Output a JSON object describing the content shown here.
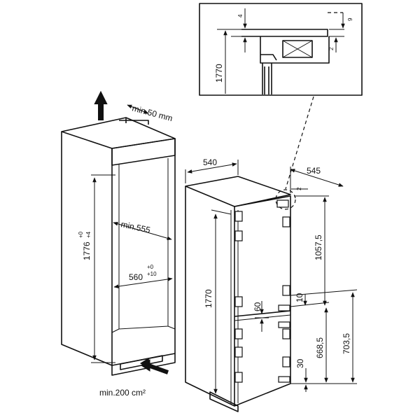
{
  "detail": {
    "gap_top": "4",
    "gap_right": "9",
    "gap_side": "2",
    "height": "1770"
  },
  "niche": {
    "vent_top": "min.50 mm",
    "height": "1776",
    "height_tol_upper": "+0",
    "height_tol_lower": "+4",
    "depth": "min.555",
    "width": "560",
    "width_tol_upper": "+0",
    "width_tol_lower": "+10",
    "vent_bottom": "min.200 cm²"
  },
  "appliance": {
    "width": "540",
    "depth": "545",
    "gap": "2",
    "height": "1770",
    "upper_door": "1057,5",
    "hinge_upper": "10",
    "hinge_middle": "60",
    "lower_door": "668,5",
    "lower_total": "703,5",
    "hinge_lower": "30"
  }
}
